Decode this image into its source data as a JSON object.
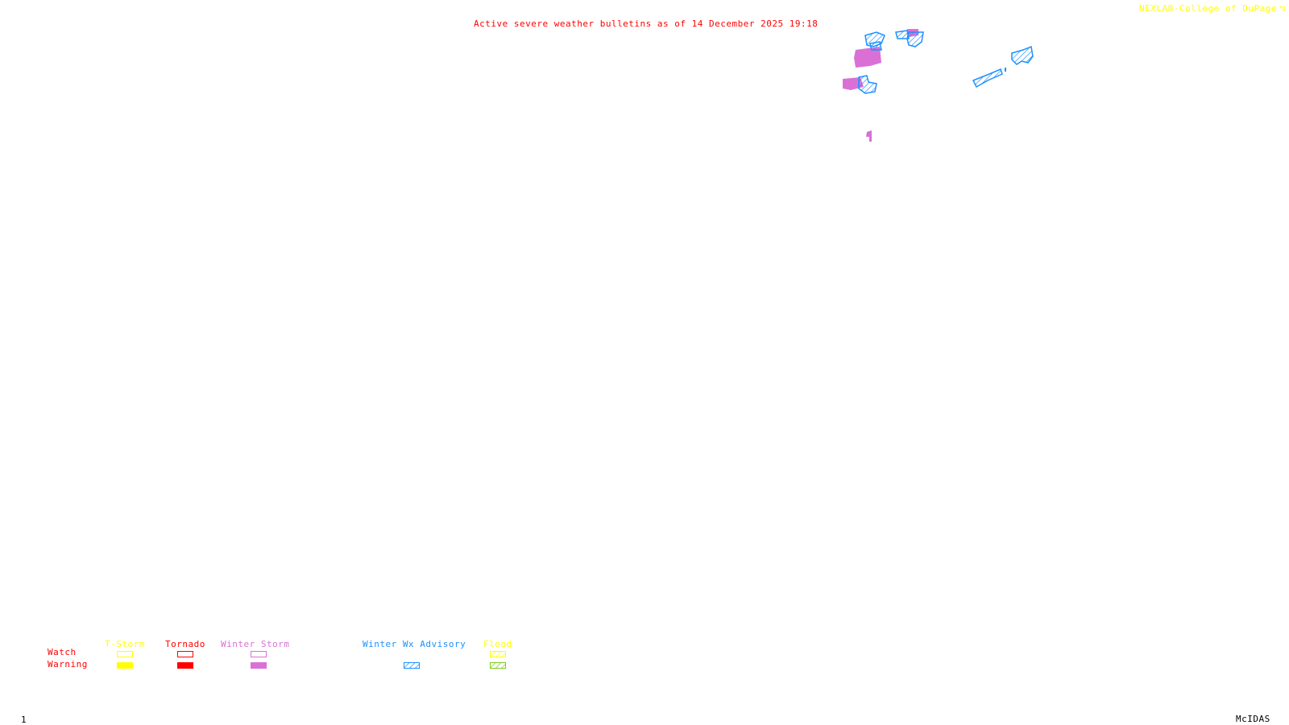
{
  "header": {
    "title": "Active severe weather bulletins as of 14 December 2025 19:18",
    "credit": "NEXLAB-College of DuPage",
    "credit_icon": "mcidas-logo-icon"
  },
  "colors": {
    "title": "#ff0000",
    "credit": "#ffff00",
    "tstorm": "#ffff00",
    "tornado": "#ff0000",
    "winter_storm": "#da70d6",
    "winter_wx_advisory": "#1e90ff",
    "flood_watch": "#ffff00",
    "flood_warning": "#7fcc1f",
    "footer": "#000000"
  },
  "legend": {
    "row_labels": {
      "watch": "Watch",
      "warning": "Warning"
    },
    "categories": [
      {
        "key": "tstorm",
        "label": "T-Storm",
        "watch_style": "outline",
        "warning_style": "filled"
      },
      {
        "key": "tornado",
        "label": "Tornado",
        "watch_style": "outline",
        "warning_style": "filled"
      },
      {
        "key": "winter_storm",
        "label": "Winter Storm",
        "watch_style": "outline",
        "warning_style": "filled"
      },
      {
        "key": "winter_wx_advisory",
        "label": "Winter Wx Advisory",
        "watch_style": "none",
        "warning_style": "hatched"
      },
      {
        "key": "flood",
        "label": "Flood",
        "watch_style": "hatched",
        "warning_style": "hatched"
      }
    ]
  },
  "map": {
    "bulletins": [
      {
        "type": "Winter Wx Advisory",
        "region": "north-central cluster A"
      },
      {
        "type": "Winter Storm Warning",
        "region": "north-central cluster A"
      },
      {
        "type": "Winter Wx Advisory",
        "region": "north-central cluster B"
      },
      {
        "type": "Winter Storm Warning",
        "region": "north-central cluster B"
      },
      {
        "type": "Winter Wx Advisory",
        "region": "northeast coast"
      },
      {
        "type": "Winter Storm Warning",
        "region": "isolated south"
      }
    ]
  },
  "footer": {
    "frame_number": "1",
    "software": "McIDAS"
  }
}
